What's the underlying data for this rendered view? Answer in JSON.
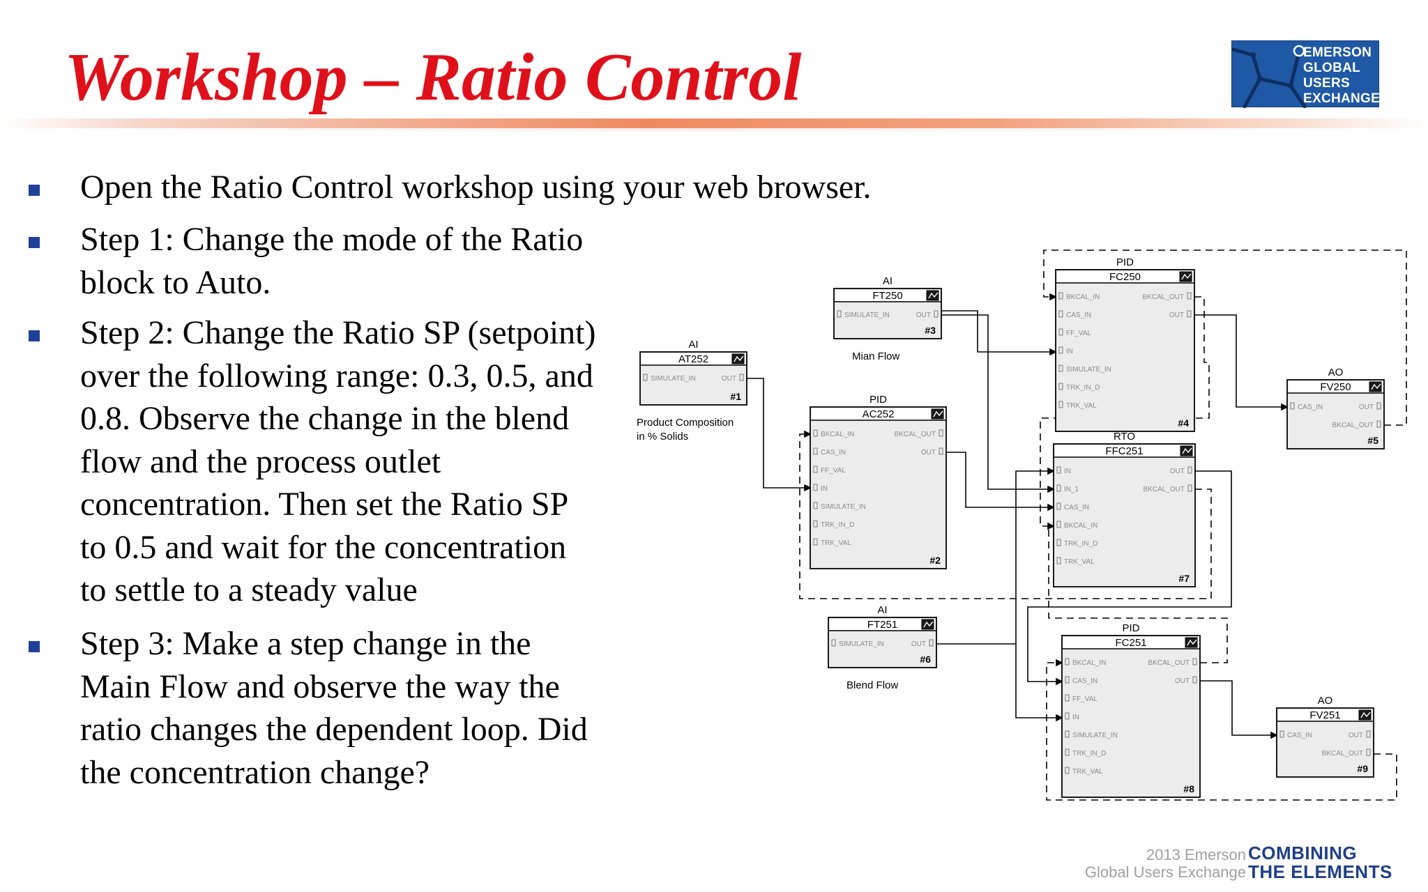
{
  "slide": {
    "title": "Workshop – Ratio Control",
    "logo_lines": [
      "EMERSON",
      "GLOBAL",
      "USERS",
      "EXCHANGE"
    ],
    "bullets": [
      {
        "lines": [
          "Open the Ratio Control workshop using your web browser."
        ]
      },
      {
        "lines": [
          "Step 1: Change the mode of the Ratio",
          "block to Auto."
        ]
      },
      {
        "lines": [
          "Step 2: Change the Ratio SP (setpoint)",
          "over the following range: 0.3, 0.5, and",
          "0.8. Observe the change in the blend",
          "flow and the process outlet",
          "concentration. Then set the Ratio SP",
          "to 0.5 and wait for the concentration",
          "to settle to a steady value"
        ]
      },
      {
        "lines": [
          "Step 3: Make a step change in the",
          "Main Flow and observe the way the",
          "ratio changes the dependent loop. Did",
          "the concentration change?"
        ]
      }
    ],
    "footer": {
      "small_lines": [
        "2013 Emerson",
        "Global Users Exchange"
      ],
      "big_lines": [
        "COMBINING",
        "THE ELEMENTS"
      ]
    }
  },
  "diagram": {
    "blocks": [
      {
        "id": "at252",
        "type": "AI",
        "name": "AT252",
        "number": "#1",
        "icon": "ai-icon",
        "pins_left": [
          "SIMULATE_IN"
        ],
        "pins_right": [
          "OUT"
        ],
        "caption": [
          "Product Composition",
          "in % Solids"
        ]
      },
      {
        "id": "ac252",
        "type": "PID",
        "name": "AC252",
        "number": "#2",
        "icon": "pid-icon",
        "pins_left": [
          "BKCAL_IN",
          "CAS_IN",
          "FF_VAL",
          "IN",
          "SIMULATE_IN",
          "TRK_IN_D",
          "TRK_VAL"
        ],
        "pins_right": [
          "BKCAL_OUT",
          "OUT"
        ],
        "caption": []
      },
      {
        "id": "ft250",
        "type": "AI",
        "name": "FT250",
        "number": "#3",
        "icon": "ai-icon",
        "pins_left": [
          "SIMULATE_IN"
        ],
        "pins_right": [
          "OUT"
        ],
        "caption": [
          "Mian Flow"
        ]
      },
      {
        "id": "fc250",
        "type": "PID",
        "name": "FC250",
        "number": "#4",
        "icon": "pid-icon",
        "pins_left": [
          "BKCAL_IN",
          "CAS_IN",
          "FF_VAL",
          "IN",
          "SIMULATE_IN",
          "TRK_IN_D",
          "TRK_VAL"
        ],
        "pins_right": [
          "BKCAL_OUT",
          "OUT"
        ],
        "caption": []
      },
      {
        "id": "fv250",
        "type": "AO",
        "name": "FV250",
        "number": "#5",
        "icon": "ao-icon",
        "pins_left": [
          "CAS_IN"
        ],
        "pins_right": [
          "OUT",
          "BKCAL_OUT"
        ],
        "caption": []
      },
      {
        "id": "ft251",
        "type": "AI",
        "name": "FT251",
        "number": "#6",
        "icon": "ai-icon",
        "pins_left": [
          "SIMULATE_IN"
        ],
        "pins_right": [
          "OUT"
        ],
        "caption": [
          "Blend Flow"
        ]
      },
      {
        "id": "ffc251",
        "type": "RTO",
        "name": "FFC251",
        "number": "#7",
        "icon": "ratio-icon",
        "pins_left": [
          "IN",
          "IN_1",
          "CAS_IN",
          "BKCAL_IN",
          "TRK_IN_D",
          "TRK_VAL"
        ],
        "pins_right": [
          "OUT",
          "BKCAL_OUT"
        ],
        "caption": []
      },
      {
        "id": "fc251",
        "type": "PID",
        "name": "FC251",
        "number": "#8",
        "icon": "pid-icon",
        "pins_left": [
          "BKCAL_IN",
          "CAS_IN",
          "FF_VAL",
          "IN",
          "SIMULATE_IN",
          "TRK_IN_D",
          "TRK_VAL"
        ],
        "pins_right": [
          "BKCAL_OUT",
          "OUT"
        ],
        "caption": []
      },
      {
        "id": "fv251",
        "type": "AO",
        "name": "FV251",
        "number": "#9",
        "icon": "ao-icon",
        "pins_left": [
          "CAS_IN"
        ],
        "pins_right": [
          "OUT",
          "BKCAL_OUT"
        ],
        "caption": []
      }
    ]
  }
}
